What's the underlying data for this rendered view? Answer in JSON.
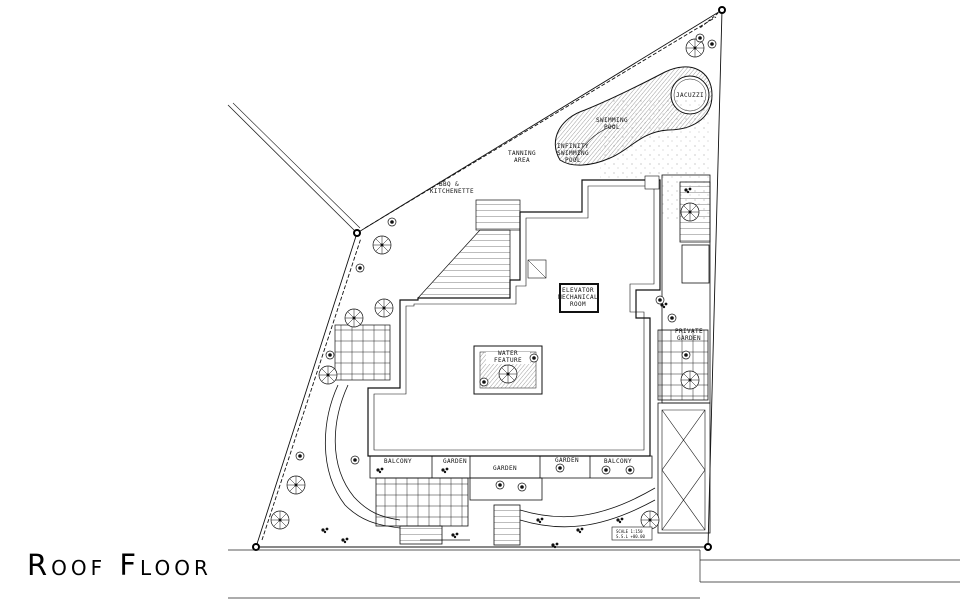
{
  "title": "Roof Floor",
  "labels": {
    "jacuzzi": "JACUZZI",
    "swimming_pool": [
      "SWIMMING",
      "POOL"
    ],
    "infinity_pool": [
      "INFINITY",
      "SWIMMING",
      "POOL"
    ],
    "tanning_area": [
      "TANNING",
      "AREA"
    ],
    "bbq": [
      "BBQ &",
      "KITCHENETTE"
    ],
    "elevator": [
      "ELEVATOR",
      "MECHANICAL",
      "ROOM"
    ],
    "water_feature": [
      "WATER",
      "FEATURE"
    ],
    "private_garden": [
      "PRIVATE",
      "GARDEN"
    ],
    "balcony_left": "BALCONY",
    "balcony_right": "BALCONY",
    "garden_center": "GARDEN",
    "garden_left": "GARDEN",
    "garden_right": "GARDEN",
    "scale_note": [
      "SCALE 1:150",
      "S.S.L +00.00"
    ]
  },
  "colors": {
    "line": "#111111",
    "hatch": "#888888",
    "background": "#ffffff"
  }
}
